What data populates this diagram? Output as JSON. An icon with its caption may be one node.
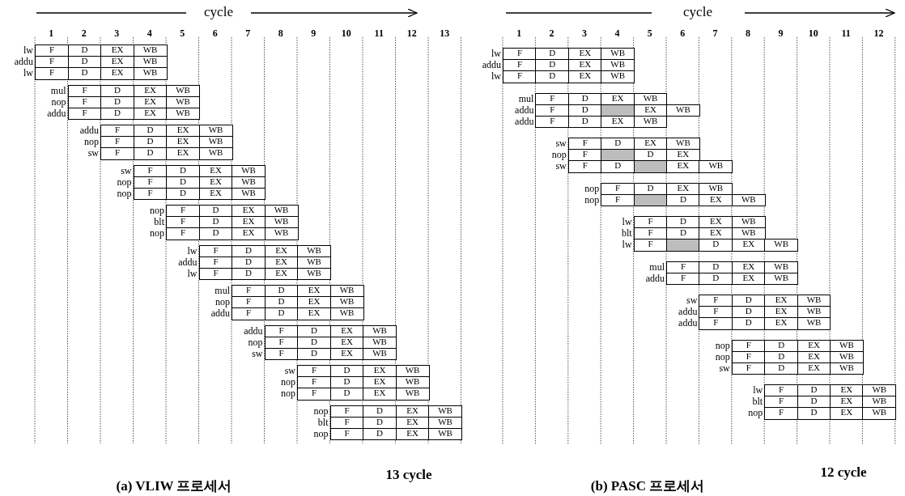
{
  "diagram": {
    "labels": [
      "cycle",
      "1",
      "2",
      "3",
      "4",
      "5",
      "6",
      "7",
      "8",
      "9",
      "10",
      "11",
      "12",
      "13",
      "lw",
      "F",
      "D",
      "EX",
      "WB",
      "addu",
      "F",
      "D",
      "EX",
      "WB",
      "lw",
      "F",
      "D",
      "EX",
      "WB",
      "mul",
      "F",
      "D",
      "EX",
      "WB",
      "nop",
      "F",
      "D",
      "EX",
      "WB",
      "addu",
      "F",
      "D",
      "EX",
      "WB",
      "addu",
      "F",
      "D",
      "EX",
      "WB",
      "nop",
      "F",
      "D",
      "EX",
      "WB",
      "sw",
      "F",
      "D",
      "EX",
      "WB",
      "sw",
      "F",
      "D",
      "EX",
      "WB",
      "nop",
      "F",
      "D",
      "EX",
      "WB",
      "nop",
      "F",
      "D",
      "EX",
      "WB",
      "nop",
      "F",
      "D",
      "EX",
      "WB",
      "blt",
      "F",
      "D",
      "EX",
      "WB",
      "nop",
      "F",
      "D",
      "EX",
      "WB",
      "lw",
      "F",
      "D",
      "EX",
      "WB",
      "addu",
      "F",
      "D",
      "EX",
      "WB",
      "lw",
      "F",
      "D",
      "EX",
      "WB",
      "mul",
      "F",
      "D",
      "EX",
      "WB",
      "nop",
      "F",
      "D",
      "EX",
      "WB",
      "addu",
      "F",
      "D",
      "EX",
      "WB",
      "addu",
      "F",
      "D",
      "EX",
      "WB",
      "nop",
      "F",
      "D",
      "EX",
      "WB",
      "sw",
      "F",
      "D",
      "EX",
      "WB",
      "sw",
      "F",
      "D",
      "EX",
      "WB",
      "nop",
      "F",
      "D",
      "EX",
      "WB",
      "nop",
      "F",
      "D",
      "EX",
      "WB",
      "nop",
      "F",
      "D",
      "EX",
      "WB",
      "blt",
      "F",
      "D",
      "EX",
      "WB",
      "nop",
      "F",
      "D",
      "EX",
      "WB",
      "13 cycle",
      "(a) VLIW 프로세서",
      "cycle",
      "1",
      "2",
      "3",
      "4",
      "5",
      "6",
      "7",
      "8",
      "9",
      "10",
      "11",
      "12",
      "lw",
      "F",
      "D",
      "EX",
      "WB",
      "addu",
      "F",
      "D",
      "EX",
      "WB",
      "lw",
      "F",
      "D",
      "EX",
      "WB",
      "mul",
      "F",
      "D",
      "EX",
      "WB",
      "addu",
      "F",
      "D",
      "EX",
      "WB",
      "addu",
      "F",
      "D",
      "EX",
      "WB",
      "sw",
      "F",
      "D",
      "EX",
      "WB",
      "nop",
      "F",
      "D",
      "EX",
      "sw",
      "F",
      "D",
      "EX",
      "WB",
      "nop",
      "F",
      "D",
      "EX",
      "WB",
      "nop",
      "F",
      "D",
      "EX",
      "WB",
      "lw",
      "F",
      "D",
      "EX",
      "WB",
      "blt",
      "F",
      "D",
      "EX",
      "WB",
      "lw",
      "F",
      "D",
      "EX",
      "WB",
      "mul",
      "F",
      "D",
      "EX",
      "WB",
      "addu",
      "F",
      "D",
      "EX",
      "WB",
      "sw",
      "F",
      "D",
      "EX",
      "WB",
      "addu",
      "F",
      "D",
      "EX",
      "WB",
      "addu",
      "F",
      "D",
      "EX",
      "WB",
      "nop",
      "F",
      "D",
      "EX",
      "WB",
      "nop",
      "F",
      "D",
      "EX",
      "WB",
      "sw",
      "F",
      "D",
      "EX",
      "WB",
      "lw",
      "F",
      "D",
      "EX",
      "WB",
      "blt",
      "F",
      "D",
      "EX",
      "WB",
      "nop",
      "F",
      "D",
      "EX",
      "WB",
      "12 cycle",
      "(b) PASC 프로세서"
    ]
  }
}
